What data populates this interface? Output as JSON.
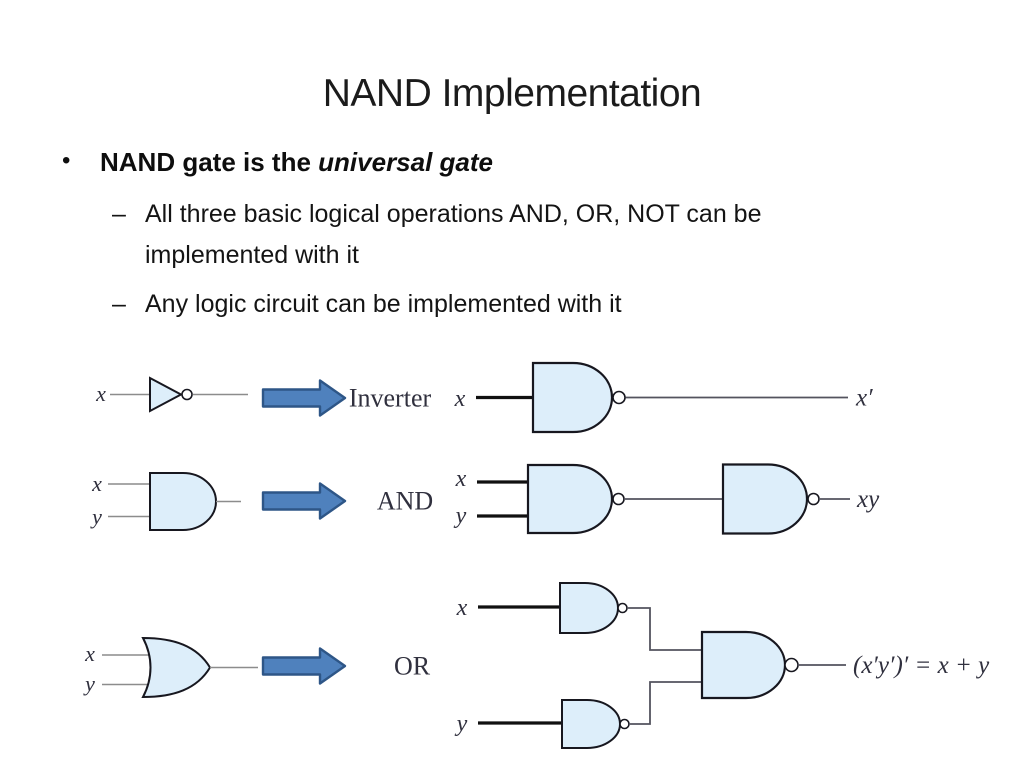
{
  "slide": {
    "title": "NAND Implementation",
    "bullet": {
      "marker": "•",
      "bold_text": "NAND gate is the ",
      "italic_text": "universal gate"
    },
    "sub_bullets": [
      {
        "marker": "–",
        "text": "All three basic logical operations AND, OR, NOT can be implemented with it"
      },
      {
        "marker": "–",
        "text": "Any logic circuit can be implemented with it"
      }
    ]
  },
  "diagram": {
    "rows": [
      {
        "gate_label": "Inverter",
        "left_input": "x",
        "right_input": "x",
        "output": "x′"
      },
      {
        "gate_label": "AND",
        "left_input_1": "x",
        "left_input_2": "y",
        "right_input_1": "x",
        "right_input_2": "y",
        "output": "xy"
      },
      {
        "gate_label": "OR",
        "left_input_1": "x",
        "left_input_2": "y",
        "right_input_1": "x",
        "right_input_2": "y",
        "output": "(x′y′)′ = x + y"
      }
    ]
  },
  "colors": {
    "gate_fill": "#ddeefa",
    "gate_stroke": "#17171f",
    "wire_gray": "#8c8c8c",
    "wire_dark": "#53535e",
    "wire_black": "#101010",
    "arrow_fill": "#4f81bd",
    "arrow_stroke": "#2e5687",
    "label_dark": "#30303e"
  }
}
